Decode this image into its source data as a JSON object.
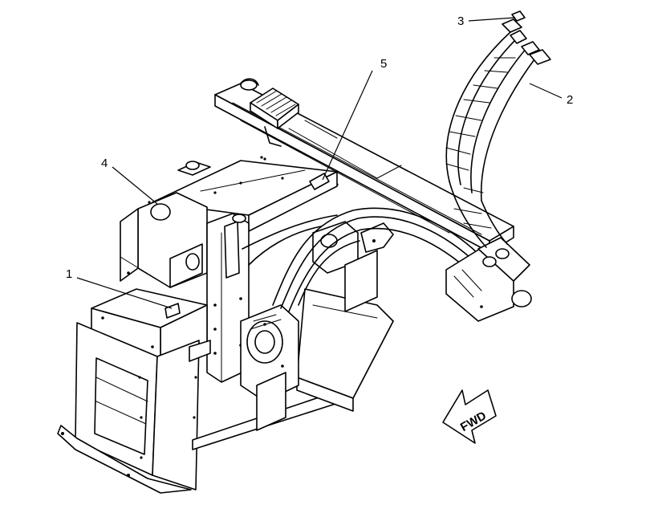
{
  "callouts": [
    {
      "id": "1",
      "label": "1"
    },
    {
      "id": "2",
      "label": "2"
    },
    {
      "id": "3",
      "label": "3"
    },
    {
      "id": "4",
      "label": "4"
    },
    {
      "id": "5",
      "label": "5"
    }
  ],
  "direction_arrow": {
    "label": "FWD"
  },
  "colors": {
    "line": "#000000",
    "background": "#ffffff"
  }
}
